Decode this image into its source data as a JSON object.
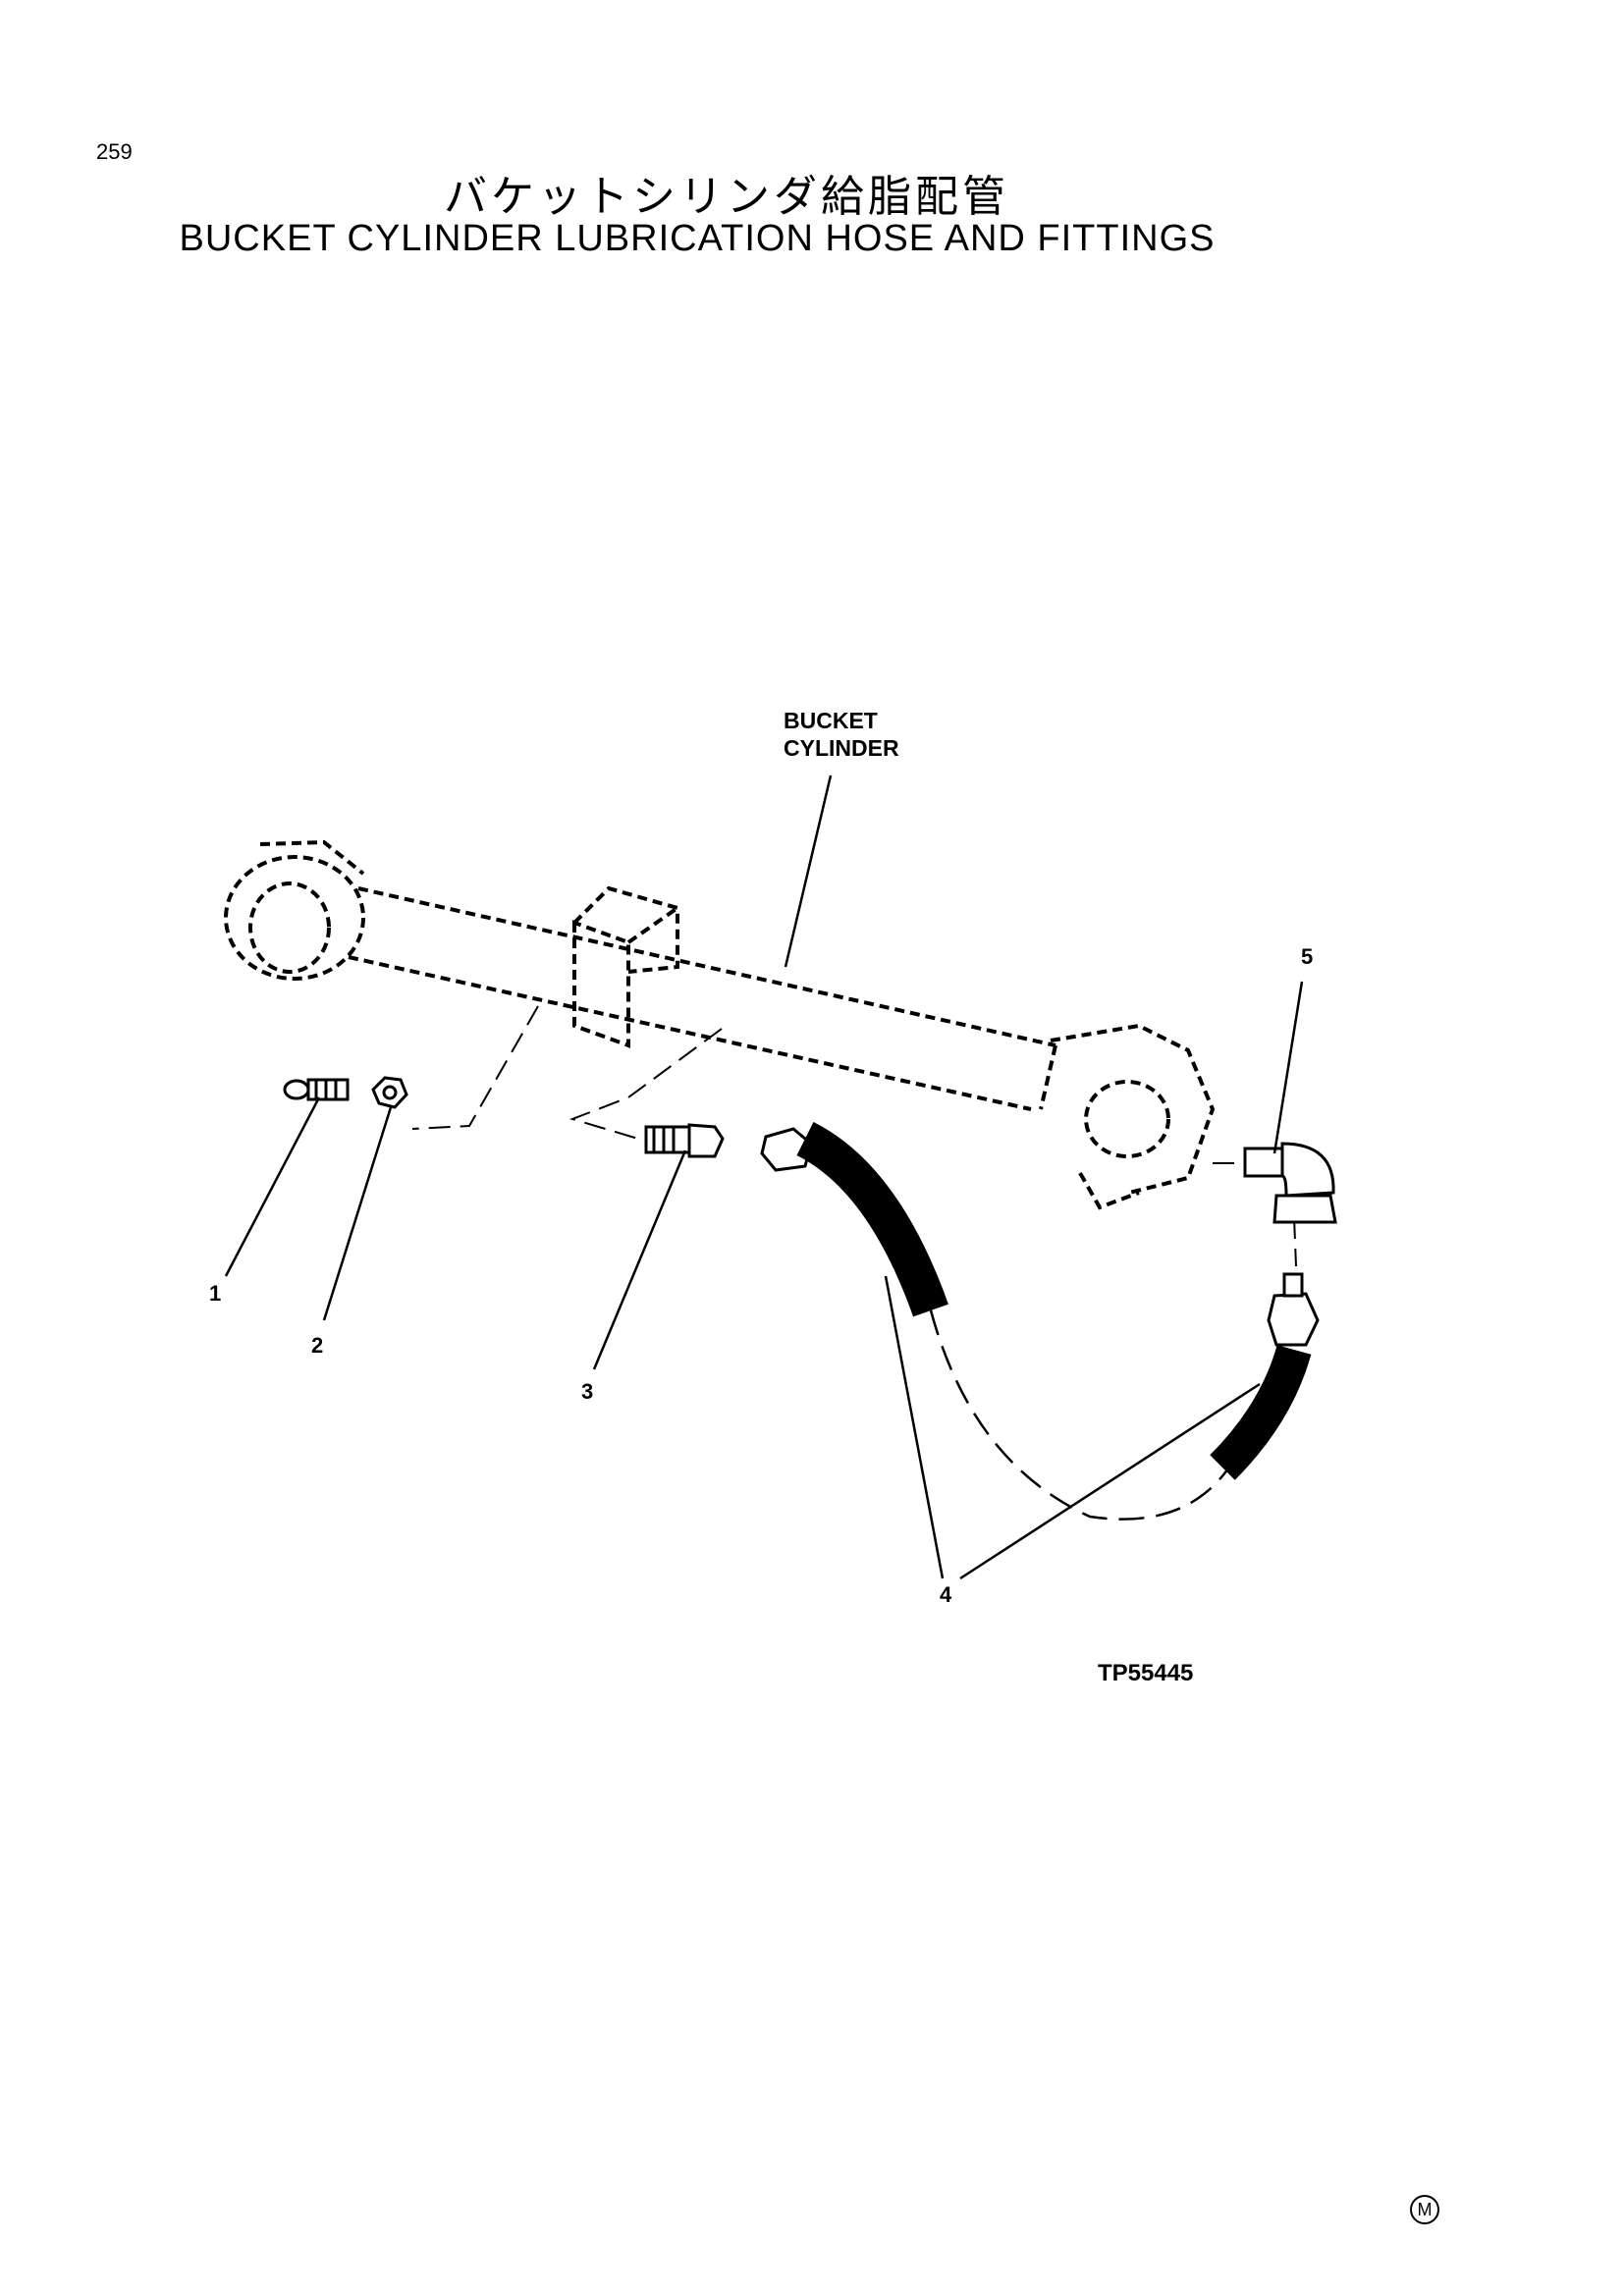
{
  "page": {
    "number": "259"
  },
  "title": {
    "japanese": "バケットシリンダ給脂配管",
    "english": "BUCKET CYLINDER LUBRICATION HOSE AND FITTINGS"
  },
  "diagram": {
    "component_label_line1": "BUCKET",
    "component_label_line2": "CYLINDER",
    "callouts": [
      "1",
      "2",
      "3",
      "4",
      "5"
    ],
    "figure_id": "TP55445",
    "corner_mark": "M"
  }
}
